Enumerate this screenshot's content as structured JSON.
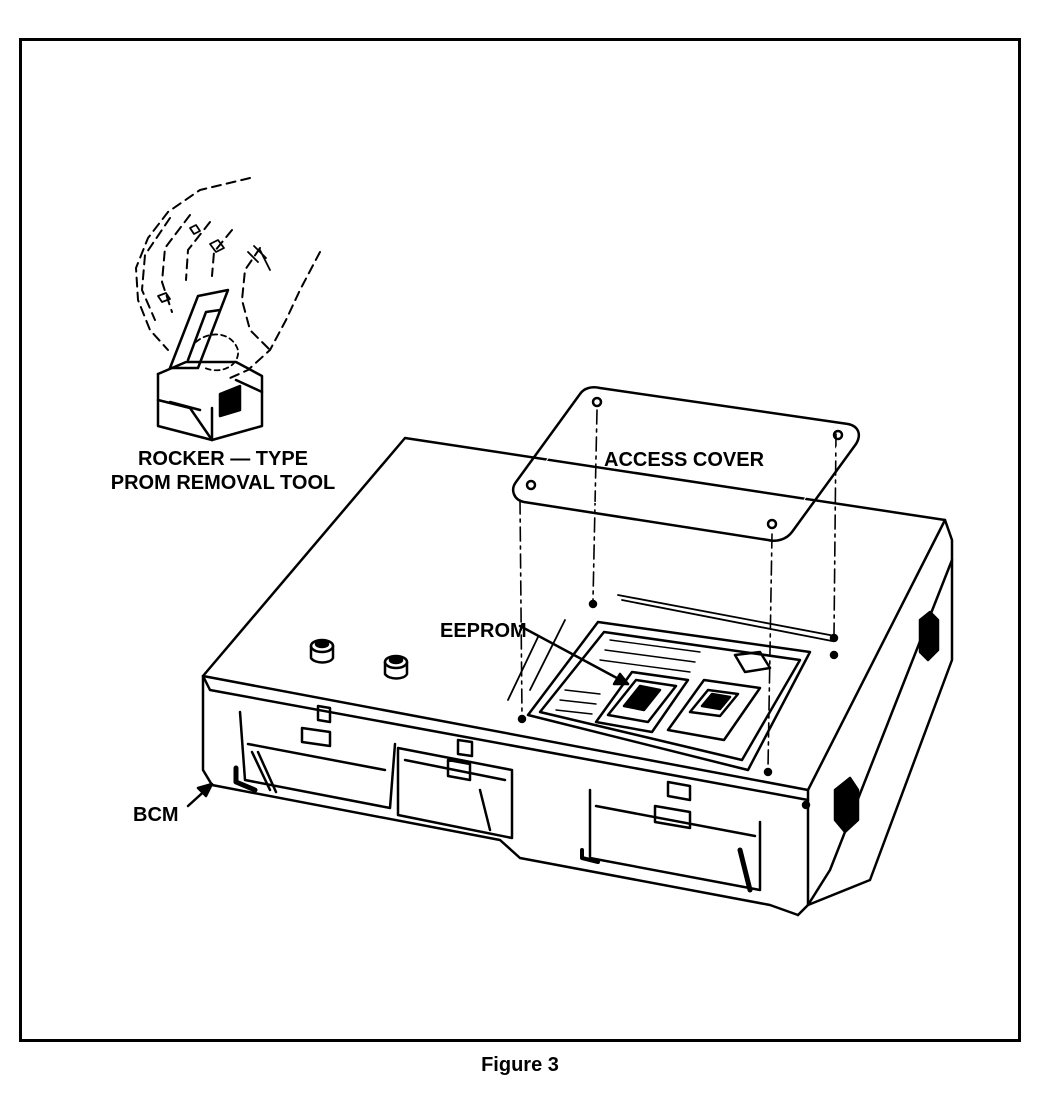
{
  "labels": {
    "tool_line1": "ROCKER — TYPE",
    "tool_line2": "PROM REMOVAL TOOL",
    "access_cover": "ACCESS COVER",
    "eeprom": "EEPROM",
    "bcm": "BCM"
  },
  "caption": "Figure 3",
  "colors": {
    "ink": "#000000",
    "paper": "#ffffff"
  }
}
